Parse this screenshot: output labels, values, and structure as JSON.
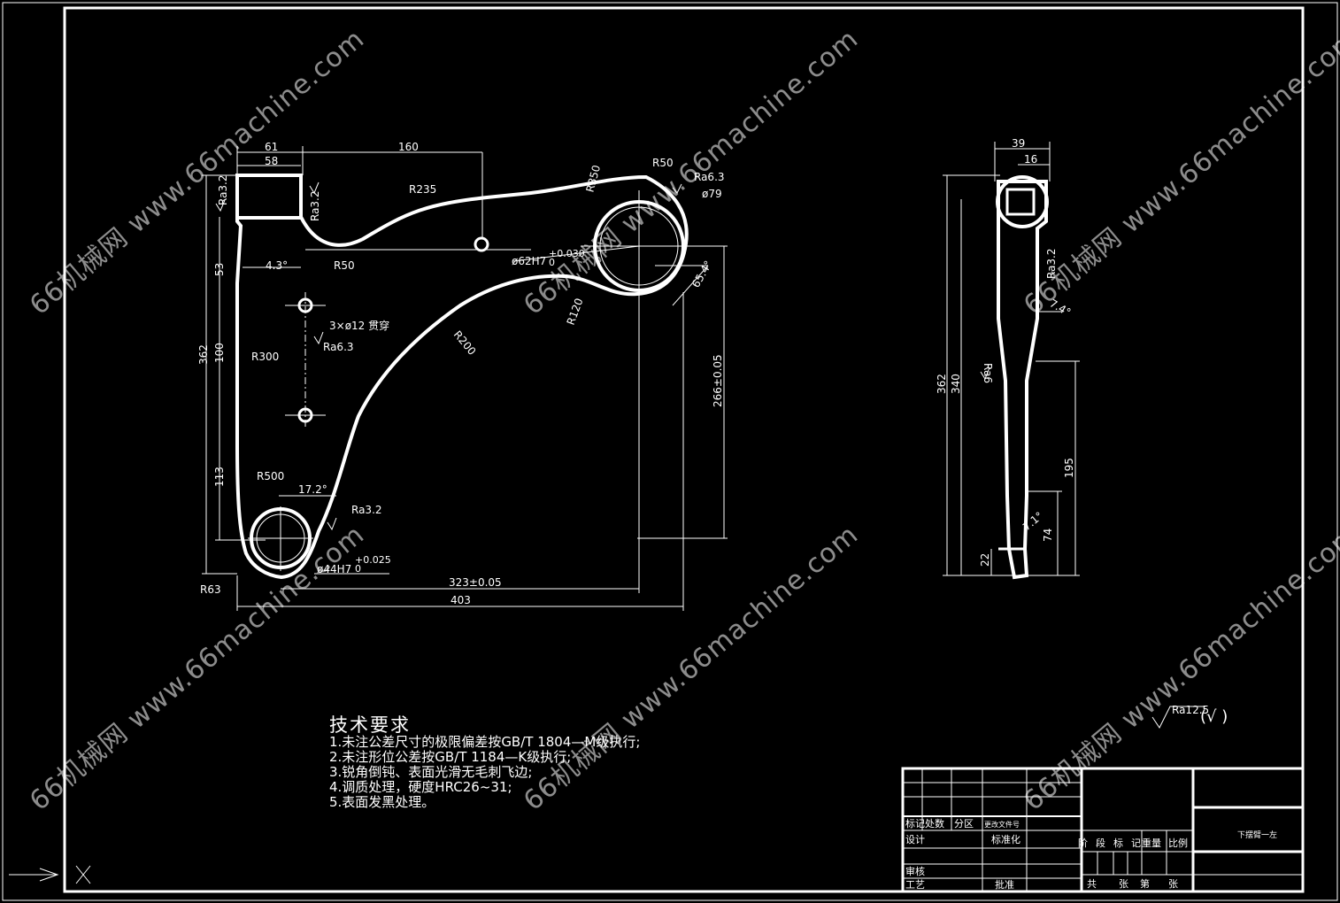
{
  "part_view": {
    "dims": {
      "d61": "61",
      "d58": "58",
      "d160": "160",
      "r235": "R235",
      "r350": "R350",
      "r50_top": "R50",
      "ra63_top": "Ra6.3",
      "d79": "ø79",
      "d62": "ø62H7",
      "d62_tol": "+0.030",
      "d62_tol2": "0",
      "a65": "65.4°",
      "r50_mid": "R50",
      "a43": "4.3°",
      "d53": "53",
      "holes": "3×ø12 贯穿",
      "ra63_mid": "Ra6.3",
      "r120": "R120",
      "r200": "R200",
      "d362": "362",
      "d100": "100",
      "r300": "R300",
      "d266": "266±0.05",
      "d113": "113",
      "r500": "R500",
      "a172": "17.2°",
      "ra32_bot": "Ra3.2",
      "d44": "ø44H7",
      "d44_tol": "+0.025",
      "d44_tol2": "0",
      "d323": "323±0.05",
      "d403": "403",
      "r63": "R63",
      "ra32_tl": "Ra3.2",
      "ra32_tl2": "Ra3.2"
    }
  },
  "side_view": {
    "dims": {
      "d39": "39",
      "d16": "16",
      "d362": "362",
      "d340": "340",
      "ra32": "Ra3.2",
      "a74": "7.4°",
      "ra6": "Ra6",
      "d195": "195",
      "d74": "74",
      "d22": "22",
      "a71": "7.1°"
    }
  },
  "roughness_note": {
    "symbol": "Ra12.5",
    "suffix": "(√ )"
  },
  "technical_requirements": {
    "title": "技术要求",
    "items": [
      "1.未注公差尺寸的极限偏差按GB/T 1804—M级执行;",
      "2.未注形位公差按GB/T 1184—K级执行;",
      "3.锐角倒钝、表面光滑无毛刺飞边;",
      "4.调质处理，硬度HRC26~31;",
      "5.表面发黑处理。"
    ]
  },
  "title_block": {
    "row1": [
      "标记",
      "处数",
      "分区",
      "更改文件号"
    ],
    "design": "设计",
    "standardize": "标准化",
    "stage": [
      "阶",
      "段",
      "标",
      "记"
    ],
    "weight": "重量",
    "scale": "比例",
    "review": "审核",
    "process": "工艺",
    "approve": "批准",
    "sheets": [
      "共",
      "张",
      "第",
      "张"
    ],
    "part_name": "下摆臂一左"
  },
  "watermark": "66机械网 www.66machine.com"
}
